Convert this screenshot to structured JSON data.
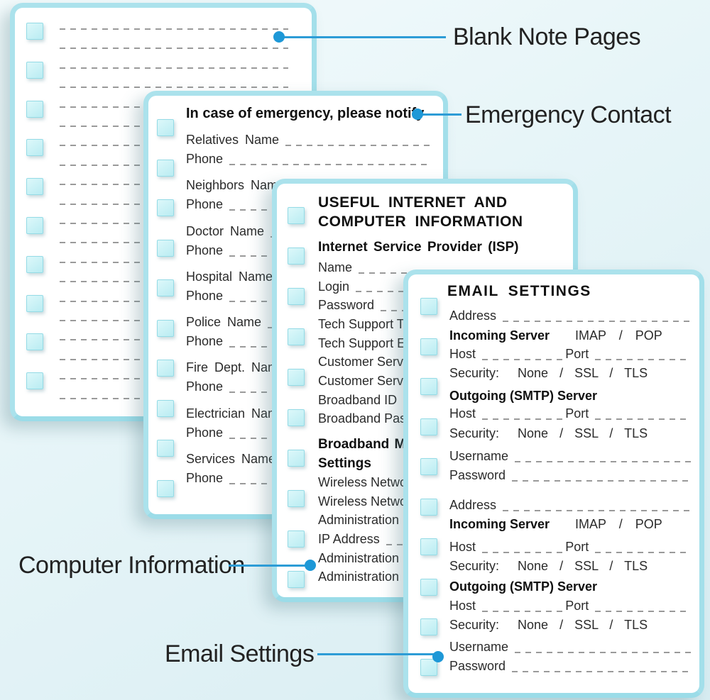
{
  "callouts": {
    "blank_note": "Blank Note Pages",
    "emergency": "Emergency Contact",
    "computer": "Computer Information",
    "email": "Email Settings"
  },
  "colors": {
    "accent_blue": "#1e98d7",
    "page_border": "#abe2ec",
    "checkbox_fill": "#b9ecf2",
    "dash_gray": "#9a9a9a",
    "background": "#dff0f4"
  },
  "pages": {
    "blank_note": {
      "checkbox_rows": 10,
      "ruled_lines": 20
    },
    "emergency": {
      "title": "In case of emergency, please notify",
      "phone_label": "Phone",
      "rows": [
        {
          "name": "Relatives Name",
          "phone": "Phone"
        },
        {
          "name": "Neighbors Name",
          "phone": "Phone"
        },
        {
          "name": "Doctor Name",
          "phone": "Phone"
        },
        {
          "name": "Hospital Name",
          "phone": "Phone"
        },
        {
          "name": "Police Name",
          "phone": "Phone"
        },
        {
          "name": "Fire Dept. Name",
          "phone": "Phone"
        },
        {
          "name": "Electrician Name",
          "phone": "Phone"
        },
        {
          "name": "Services Name",
          "phone": "Phone"
        }
      ]
    },
    "computer": {
      "title_line1": "USEFUL INTERNET AND",
      "title_line2": "COMPUTER INFORMATION",
      "isp_heading": "Internet Service Provider (ISP)",
      "isp_items": [
        "Name",
        "Login",
        "Password",
        "Tech Support Telephone",
        "Tech Support Email",
        "Customer Service Telephone",
        "Customer Service Email",
        "Broadband ID",
        "Broadband Password"
      ],
      "modem_heading_line1": "Broadband Modem",
      "modem_heading_line2": "Settings",
      "modem_items": [
        "Wireless Network Name",
        "Wireless Network Password",
        "Administration URL",
        "IP Address",
        "Administration Username",
        "Administration Password"
      ]
    },
    "email": {
      "title": "EMAIL SETTINGS",
      "address": "Address",
      "incoming": "Incoming Server",
      "incoming_options": "IMAP / POP",
      "host": "Host",
      "port": "Port",
      "security": "Security:",
      "security_options": "None / SSL / TLS",
      "outgoing": "Outgoing (SMTP) Server",
      "username": "Username",
      "password": "Password"
    }
  }
}
